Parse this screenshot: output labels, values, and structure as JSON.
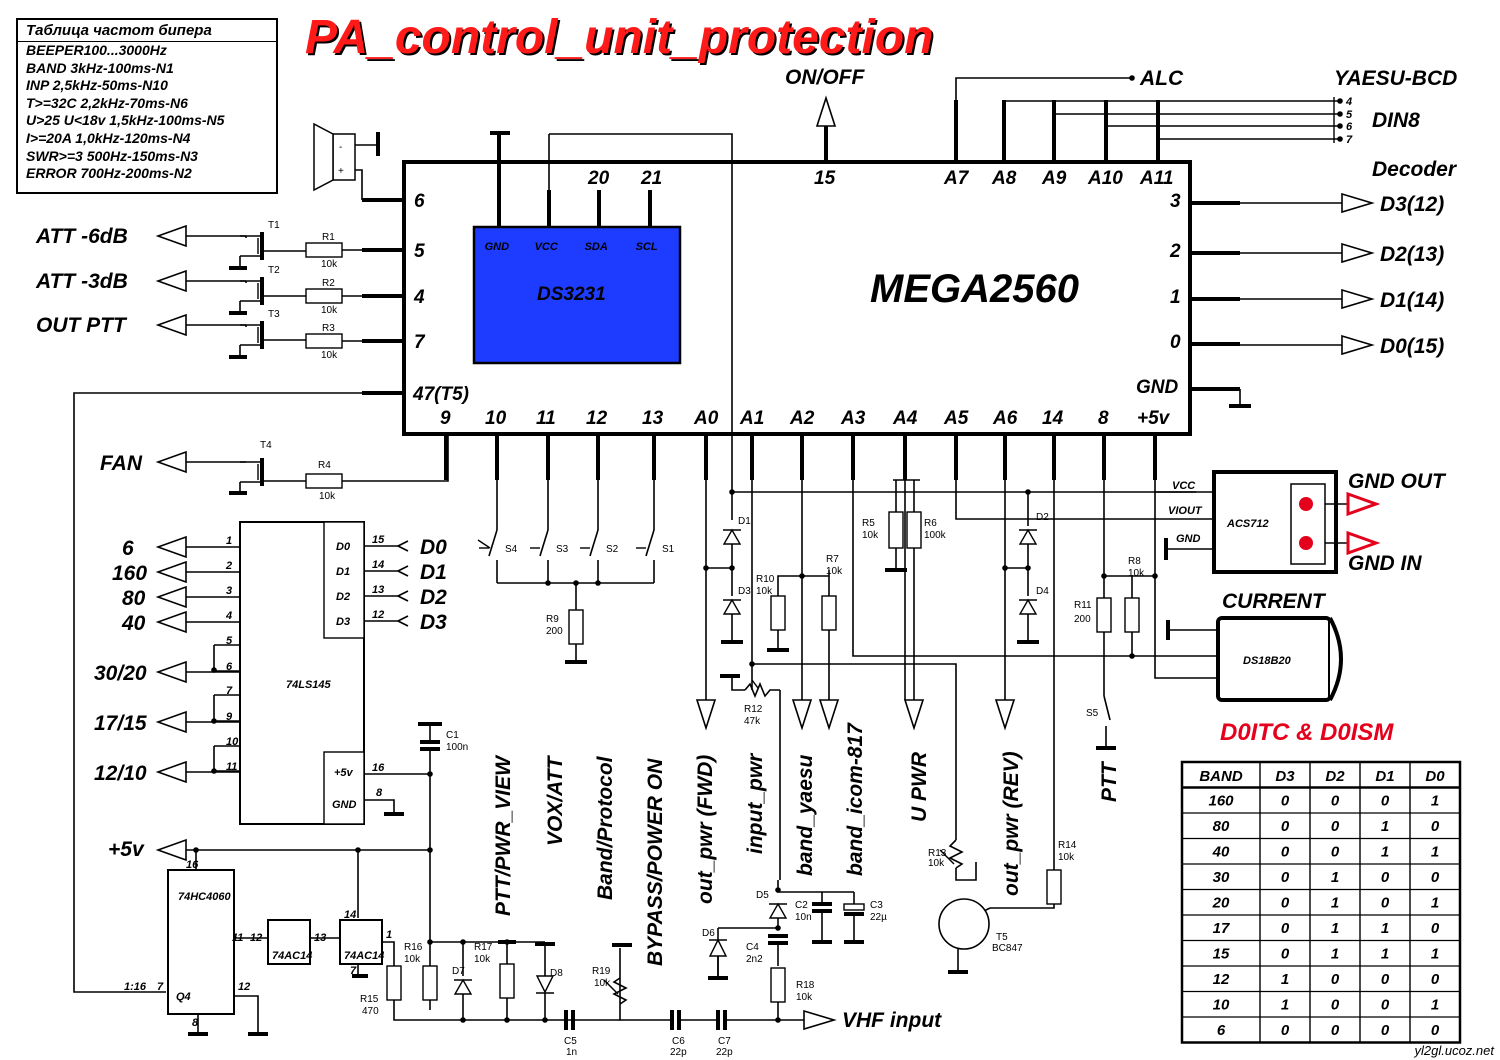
{
  "title": "PA_control_unit_protection",
  "beeper_table": {
    "header": "Таблица частот бипера",
    "rows": [
      "BEEPER100...3000Hz",
      "BAND 3kHz-100ms-N1",
      "INP 2,5kHz-50ms-N10",
      "T>=32C 2,2kHz-70ms-N6",
      "U>25 U<18v 1,5kHz-100ms-N5",
      "I>=20A 1,0kHz-120ms-N4",
      "SWR>=3 500Hz-150ms-N3",
      "ERROR 700Hz-200ms-N2"
    ]
  },
  "mega": {
    "name": "MEGA2560",
    "left_pins": [
      "6",
      "5",
      "4",
      "7",
      "47(T5)"
    ],
    "top_pins": [
      "20",
      "21",
      "15",
      "A7",
      "A8",
      "A9",
      "A10",
      "A11"
    ],
    "right_pins": [
      "3",
      "2",
      "1",
      "0",
      "GND"
    ],
    "bottom_pins": [
      "9",
      "10",
      "11",
      "12",
      "13",
      "A0",
      "A1",
      "A2",
      "A3",
      "A4",
      "A5",
      "A6",
      "14",
      "8",
      "+5v"
    ]
  },
  "rtc": {
    "name": "DS3231",
    "pins": [
      "GND",
      "VCC",
      "SDA",
      "SCL"
    ]
  },
  "signals": {
    "on_off": "ON/OFF",
    "alc": "ALC",
    "yaesu_bcd": "YAESU-BCD",
    "din8": "DIN8",
    "din_pins": [
      "4",
      "5",
      "6",
      "7"
    ],
    "decoder": "Decoder",
    "decoder_out": [
      "D3(12)",
      "D2(13)",
      "D1(14)",
      "D0(15)"
    ],
    "att6": "ATT -6dB",
    "att3": "ATT -3dB",
    "outptt": "OUT PTT",
    "fan": "FAN",
    "gnd_out": "GND OUT",
    "gnd_in": "GND IN",
    "current": "CURRENT",
    "vhf_input": "VHF input",
    "plus5v": "+5v",
    "ptt": "PTT"
  },
  "acs": {
    "name": "ACS712",
    "pins": [
      "VCC",
      "VIOUT",
      "GND"
    ]
  },
  "ds18": {
    "name": "DS18B20"
  },
  "decoder_chip": {
    "name": "74LS145",
    "left_labels": [
      "6",
      "160",
      "80",
      "40",
      "30/20",
      "17/15",
      "12/10"
    ],
    "left_pins": [
      "1",
      "2",
      "3",
      "4",
      "5",
      "6",
      "7",
      "9",
      "10",
      "11"
    ],
    "d_pins": [
      "D0",
      "D1",
      "D2",
      "D3"
    ],
    "d_nums": [
      "15",
      "14",
      "13",
      "12"
    ],
    "d_labels": [
      "D0",
      "D1",
      "D2",
      "D3"
    ],
    "pwr_pin": "+5v",
    "pwr_num": "16",
    "gnd_pin": "GND",
    "gnd_num": "8"
  },
  "counter": {
    "name": "74HC4060",
    "pin16": "16",
    "q4": "Q4",
    "div": "1:16",
    "pin7": "7",
    "pin8": "8",
    "pin11": "11",
    "pin12": "12"
  },
  "inverters": [
    {
      "name": "74AC14",
      "in": "12",
      "out": "13"
    },
    {
      "name": "74AC14",
      "in": "1",
      "out": "14",
      "pin7": "7"
    }
  ],
  "vertical_labels": [
    "PTT/PWR_VIEW",
    "VOX/ATT",
    "Band/Protocol",
    "BYPASS/POWER ON",
    "out_pwr (FWD)",
    "input_pwr",
    "band_yaesu",
    "band_icom-817",
    "U PWR",
    "out_pwr (REV)",
    "PTT"
  ],
  "components": {
    "T1": "T1",
    "T2": "T2",
    "T3": "T3",
    "T4": "T4",
    "T5": "T5",
    "T5_type": "BC847",
    "R1": [
      "R1",
      "10k"
    ],
    "R2": [
      "R2",
      "10k"
    ],
    "R3": [
      "R3",
      "10k"
    ],
    "R4": [
      "R4",
      "10k"
    ],
    "R5": [
      "R5",
      "10k"
    ],
    "R6": [
      "R6",
      "100k"
    ],
    "R7": [
      "R7",
      "10k"
    ],
    "R8": [
      "R8",
      "10k"
    ],
    "R9": [
      "R9",
      "200"
    ],
    "R10": [
      "R10",
      "10k"
    ],
    "R11": [
      "R11",
      "200"
    ],
    "R12": [
      "R12",
      "47k"
    ],
    "R13": [
      "R13",
      "10k"
    ],
    "R14": [
      "R14",
      "10k"
    ],
    "R15": [
      "R15",
      "470"
    ],
    "R16": [
      "R16",
      "10k"
    ],
    "R17": [
      "R17",
      "10k"
    ],
    "R18": [
      "R18",
      "10k"
    ],
    "R19": [
      "R19",
      "10k"
    ],
    "C1": [
      "C1",
      "100n"
    ],
    "C2": [
      "C2",
      "10n"
    ],
    "C3": [
      "C3",
      "22µ"
    ],
    "C4": [
      "C4",
      "2n2"
    ],
    "C5": [
      "C5",
      "1n"
    ],
    "C6": [
      "C6",
      "22p"
    ],
    "C7": [
      "C7",
      "22p"
    ],
    "D1": "D1",
    "D2": "D2",
    "D3": "D3",
    "D4": "D4",
    "D5": "D5",
    "D6": "D6",
    "D7": "D7",
    "D8": "D8",
    "S1": "S1",
    "S2": "S2",
    "S3": "S3",
    "S4": "S4",
    "S5": "S5"
  },
  "credit": "D0ITC & D0ISM",
  "band_table": {
    "headers": [
      "BAND",
      "D3",
      "D2",
      "D1",
      "D0"
    ],
    "rows": [
      [
        "160",
        "0",
        "0",
        "0",
        "1"
      ],
      [
        "80",
        "0",
        "0",
        "1",
        "0"
      ],
      [
        "40",
        "0",
        "0",
        "1",
        "1"
      ],
      [
        "30",
        "0",
        "1",
        "0",
        "0"
      ],
      [
        "20",
        "0",
        "1",
        "0",
        "1"
      ],
      [
        "17",
        "0",
        "1",
        "1",
        "0"
      ],
      [
        "15",
        "0",
        "1",
        "1",
        "1"
      ],
      [
        "12",
        "1",
        "0",
        "0",
        "0"
      ],
      [
        "10",
        "1",
        "0",
        "0",
        "1"
      ],
      [
        "6",
        "0",
        "0",
        "0",
        "0"
      ]
    ]
  },
  "watermark": "yl2gl.ucoz.net",
  "colors": {
    "title": "#ff1a1a",
    "rtc_fill": "#1e3cff",
    "arrow_red": "#e5001b",
    "credit": "#e5001b"
  }
}
